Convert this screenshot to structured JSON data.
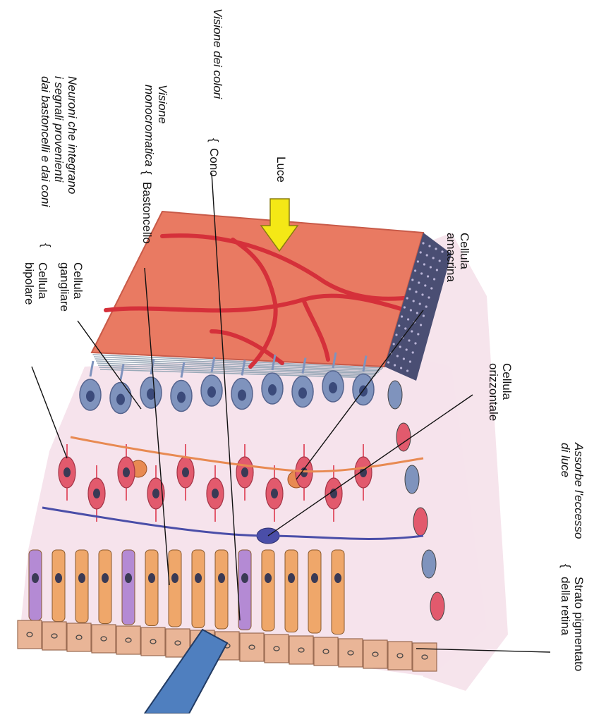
{
  "labels": {
    "visione_colori": "Visione dei colori",
    "cono": "Cono",
    "luce": "Luce",
    "visione_mono_1": "Visione",
    "visione_mono_2": "monocromatica",
    "bastoncello": "Bastoncello",
    "neuroni_1": "Neuroni che integrano",
    "neuroni_2": "i segnali provenienti",
    "neuroni_3": "dai bastoncelli e dai coni",
    "cellula_gangliare_1": "Cellula",
    "cellula_gangliare_2": "gangliare",
    "cellula_bipolare_1": "Cellula",
    "cellula_bipolare_2": "bipolare",
    "cellula_amacrina_1": "Cellula",
    "cellula_amacrina_2": "amacrina",
    "cellula_orizzontale_1": "Cellula",
    "cellula_orizzontale_2": "orizzontale",
    "assorbe_1": "Assorbe l'eccesso",
    "assorbe_2": "di luce",
    "strato_1": "Strato pigmentato",
    "strato_2": "della retina"
  },
  "colors": {
    "nerve_fibers": "#9aa9b8",
    "vessel_surface": "#e97a62",
    "vessels": "#d5303a",
    "ganglion": "#7f93bd",
    "bipolar": "#e25a6d",
    "amacrine": "#e88a52",
    "horizontal": "#4a4ea8",
    "rod": "#efa76a",
    "cone": "#b48ad4",
    "pigment": "#e9b597",
    "arrow_light": "#f4e816",
    "pointer": "#4f7fbf"
  }
}
